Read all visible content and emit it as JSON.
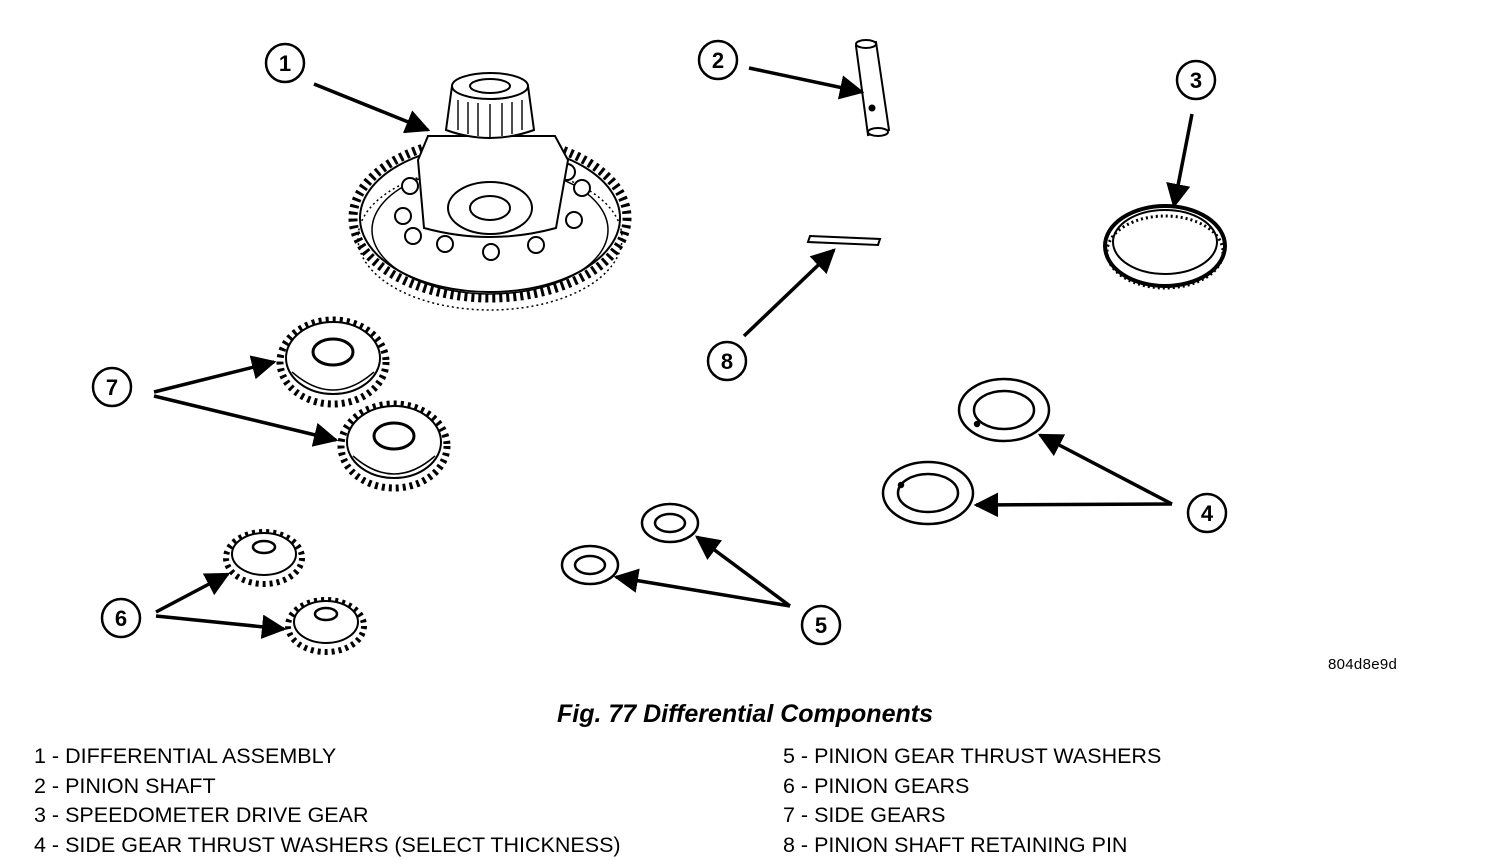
{
  "figure": {
    "code": "804d8e9d",
    "caption": "Fig. 77 Differential Components"
  },
  "callouts": [
    "1",
    "2",
    "3",
    "4",
    "5",
    "6",
    "7",
    "8"
  ],
  "legend": {
    "left": [
      "1 - DIFFERENTIAL ASSEMBLY",
      "2 - PINION SHAFT",
      "3 - SPEEDOMETER DRIVE GEAR",
      "4 - SIDE GEAR THRUST WASHERS (SELECT THICKNESS)"
    ],
    "right": [
      "5 - PINION GEAR THRUST WASHERS",
      "6 - PINION GEARS",
      "7 - SIDE GEARS",
      "8 - PINION SHAFT RETAINING PIN"
    ]
  }
}
